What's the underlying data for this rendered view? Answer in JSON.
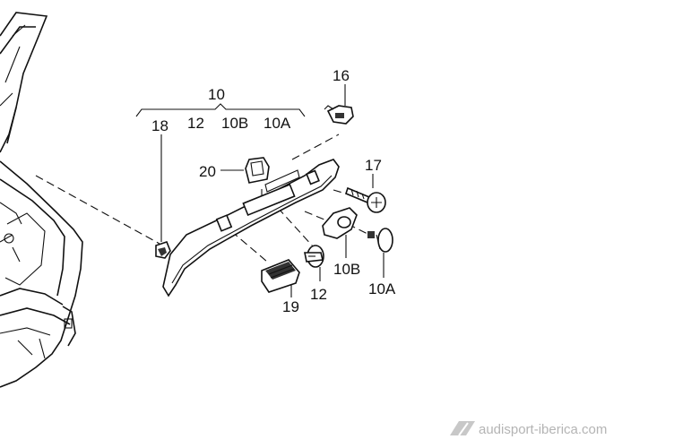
{
  "diagram": {
    "labels": {
      "p10": "10",
      "p18": "18",
      "p12_group": "12",
      "p10b_group": "10B",
      "p10a_group": "10A",
      "p16": "16",
      "p17": "17",
      "p20": "20",
      "p10b": "10B",
      "p12": "12",
      "p19": "19",
      "p10a": "10A"
    },
    "watermark": "audisport-iberica.com",
    "colors": {
      "line": "#111111",
      "watermark": "#b4b4b4"
    }
  }
}
